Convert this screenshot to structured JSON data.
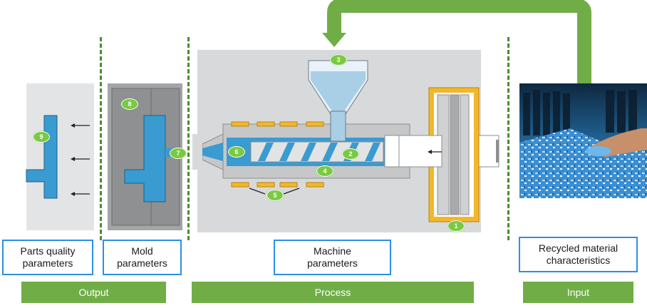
{
  "labels": {
    "parts_quality": "Parts quality\nparameters",
    "mold": "Mold\nparameters",
    "machine": "Machine\nparameters",
    "recycled": "Recycled material\ncharacteristics"
  },
  "stages": {
    "output": "Output",
    "process": "Process",
    "input": "Input"
  },
  "badges": {
    "part_quality": "9",
    "mold": "8",
    "nozzle": "7",
    "melt": "6",
    "heaters": "5",
    "screw_barrel": "4",
    "hopper": "3",
    "screw": "2",
    "clamp": "1"
  },
  "colors": {
    "accent_green": "#70ad47",
    "label_border": "#2c8fe6",
    "divider": "#4e8a35",
    "part_blue": "#3a9bd0",
    "heater_yellow": "#f2b82a"
  }
}
